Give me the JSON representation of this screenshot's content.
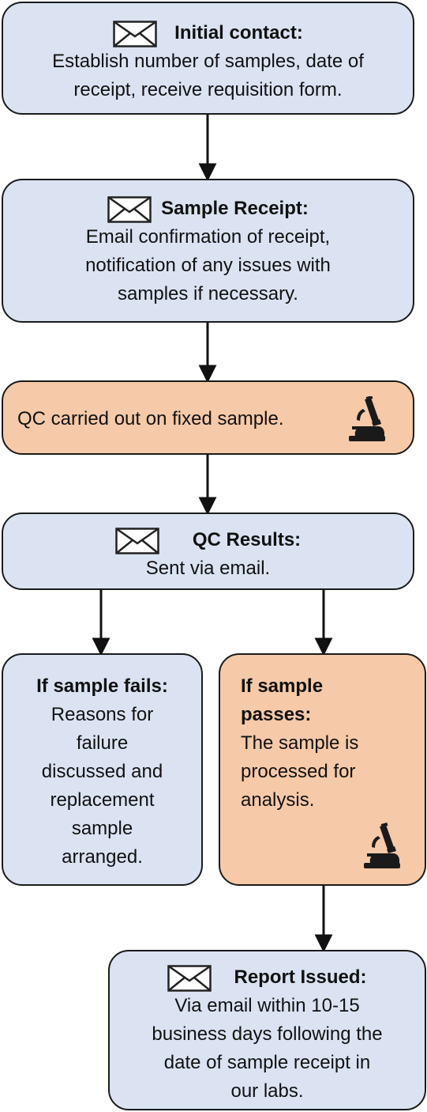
{
  "steps": {
    "initial_contact": {
      "title": "Initial contact:",
      "line1": "Establish number of samples, date of",
      "line2": "receipt, receive requisition form."
    },
    "sample_receipt": {
      "title": "Sample Receipt:",
      "line1": "Email confirmation of receipt,",
      "line2": "notification of any issues with",
      "line3": "samples if necessary."
    },
    "qc": {
      "text": "QC carried out on fixed sample."
    },
    "qc_results": {
      "title": "QC Results:",
      "line1": "Sent via email."
    },
    "fails": {
      "title": "If sample fails:",
      "lines": [
        "Reasons for",
        "failure",
        "discussed and",
        "replacement",
        "sample",
        "arranged."
      ]
    },
    "passes": {
      "title_line1": "If sample",
      "title_line2": "passes:",
      "lines": [
        "The sample is",
        "processed for",
        "analysis."
      ]
    },
    "report": {
      "title": "Report Issued:",
      "lines": [
        "Via email within 10-15",
        "business days following the",
        "date of sample receipt in",
        "our labs."
      ]
    }
  },
  "icons": {
    "email": "envelope-icon",
    "lab": "microscope-icon"
  },
  "colors": {
    "email_box_fill": "#dbe3f3",
    "lab_box_fill": "#f6c9a8",
    "border": "#1b1b1b"
  }
}
